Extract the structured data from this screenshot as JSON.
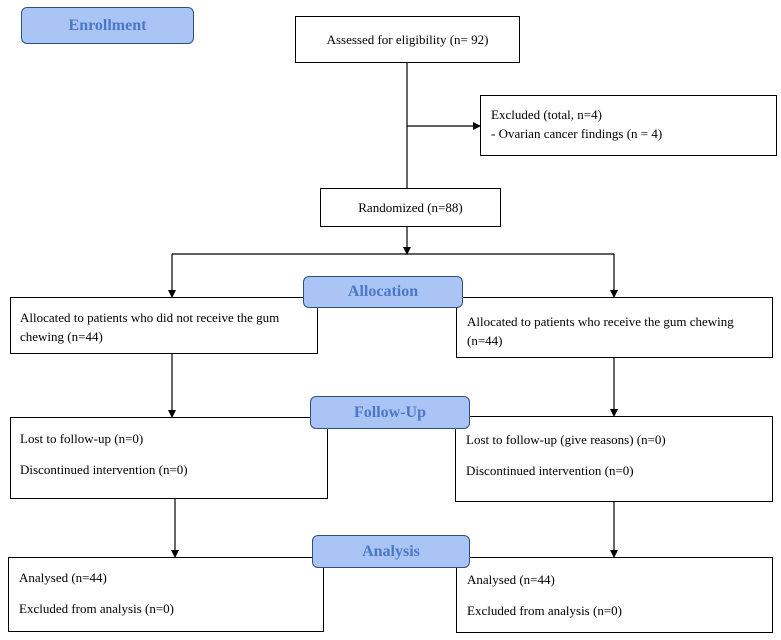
{
  "stages": {
    "enrollment": "Enrollment",
    "allocation": "Allocation",
    "follow_up": "Follow-Up",
    "analysis": "Analysis"
  },
  "assessed": "Assessed for eligibility (n= 92)",
  "excluded": {
    "title": "Excluded (total, n=4)",
    "reason": "- Ovarian cancer findings (n = 4)"
  },
  "randomized": "Randomized (n=88)",
  "allocation": {
    "left_line1": "Allocated to patients who did not receive the gum",
    "left_line2": "chewing (n=44)",
    "right_line1": "Allocated to patients who receive the gum chewing",
    "right_line2": "(n=44)"
  },
  "follow_up": {
    "left_lost": "Lost to follow-up (n=0)",
    "left_discontinued": "Discontinued intervention (n=0)",
    "right_lost": "Lost to follow-up (give reasons) (n=0)",
    "right_discontinued": "Discontinued intervention (n=0)"
  },
  "analysis": {
    "left_analysed": "Analysed (n=44)",
    "left_excluded": "Excluded from analysis (n=0)",
    "right_analysed": "Analysed (n=44)",
    "right_excluded": "Excluded from analysis (n=0)"
  }
}
